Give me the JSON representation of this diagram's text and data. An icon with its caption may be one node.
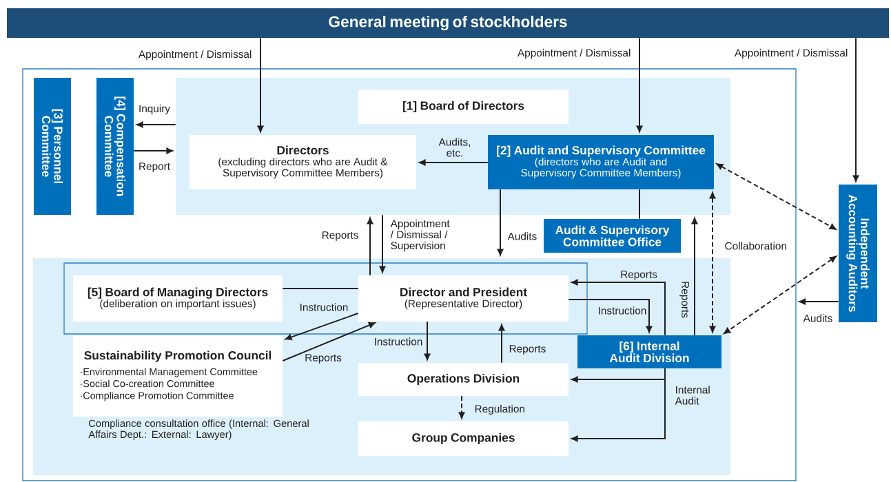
{
  "diagram": {
    "nodes": [
      {
        "text": [
          "General meeting of stockholders"
        ]
      },
      {
        "text": [],
        "shape": "box"
      },
      {
        "text": [],
        "shape": "box",
        "in": 1
      },
      {
        "text": [
          "[1] Board of Directors"
        ],
        "in": 2
      },
      {
        "text": [
          "[3] Personnel Committee"
        ],
        "in": 1
      },
      {
        "text": [
          "[4] Compensation Committee"
        ],
        "in": 1
      },
      {
        "text": [
          "Directors",
          "(excluding directors who are Audit & Supervisory Committee Members)"
        ],
        "in": 2
      },
      {
        "text": [
          "[2] Audit and Supervisory Committee",
          "(directors who are Audit and Supervisory Committee Members)"
        ],
        "in": 2
      },
      {
        "text": [
          "Audit & Supervisory Committee Office"
        ],
        "in": 1
      },
      {
        "text": [],
        "shape": "box",
        "in": 1
      },
      {
        "text": [
          "[5] Board of Managing Directors",
          "(deliberation on important issues)"
        ],
        "in": 9
      },
      {
        "text": [
          "Director and President",
          "(Representative Director)"
        ],
        "in": 9
      },
      {
        "text": [
          "Sustainability Promotion Council",
          "·Environmental Management Committee",
          "·Social Co-creation Committee",
          "·Compliance Promotion Committee"
        ],
        "in": 9,
        "beside": [
          "Compliance consultation office (Internal: General Affairs Dept.: External: Lawyer)"
        ]
      },
      {
        "text": [
          "Operations Division"
        ],
        "in": 9
      },
      {
        "text": [
          "Group Companies"
        ],
        "in": 9
      },
      {
        "text": [
          "[6] Internal Audit Division"
        ],
        "in": 9
      },
      {
        "text": [
          "Independent Accounting Auditors"
        ]
      }
    ],
    "edges": [
      {
        "from": 0,
        "to": 6,
        "arrow": "to",
        "label": "Appointment / Dismissal"
      },
      {
        "from": 0,
        "to": 7,
        "arrow": "to",
        "label": "Appointment / Dismissal"
      },
      {
        "from": 0,
        "to": 16,
        "arrow": "to",
        "label": "Appointment / Dismissal"
      },
      {
        "from": 2,
        "to": 5,
        "arrow": "to",
        "label": "Inquiry"
      },
      {
        "from": 5,
        "to": 2,
        "arrow": "to",
        "label": "Report"
      },
      {
        "from": 7,
        "to": 6,
        "arrow": "to",
        "label": "Audits, etc."
      },
      {
        "from": 7,
        "to": 8,
        "arrow": "none"
      },
      {
        "from": 7,
        "to": 9,
        "arrow": "to",
        "label": "Audits"
      },
      {
        "from": 7,
        "to": 16,
        "arrow": "both",
        "style": "dashed"
      },
      {
        "from": 7,
        "to": 15,
        "arrow": "both",
        "style": "dashed",
        "label": "Collaboration"
      },
      {
        "from": 15,
        "to": 2,
        "arrow": "to",
        "label": "Reports"
      },
      {
        "from": 16,
        "to": 15,
        "arrow": "both",
        "style": "dashed"
      },
      {
        "from": 16,
        "to": 1,
        "arrow": "to",
        "label": "Audits"
      },
      {
        "from": 11,
        "to": 2,
        "arrow": "to",
        "label": "Reports"
      },
      {
        "from": 2,
        "to": 11,
        "arrow": "to",
        "label": "Appointment / Dismissal / Supervision"
      },
      {
        "from": 10,
        "to": 11,
        "arrow": "none"
      },
      {
        "from": 11,
        "to": 12,
        "arrow": "to",
        "label": "Instruction"
      },
      {
        "from": 12,
        "to": 11,
        "arrow": "to",
        "label": "Reports"
      },
      {
        "from": 15,
        "to": 11,
        "arrow": "to",
        "label": "Reports"
      },
      {
        "from": 11,
        "to": 15,
        "arrow": "to",
        "label": "Instruction"
      },
      {
        "from": 11,
        "to": 13,
        "arrow": "to",
        "label": "Instruction"
      },
      {
        "from": 13,
        "to": 11,
        "arrow": "to",
        "label": "Reports"
      },
      {
        "from": 13,
        "to": 14,
        "arrow": "to",
        "style": "dashed",
        "label": "Regulation"
      },
      {
        "from": 15,
        "to": 13,
        "arrow": "to"
      },
      {
        "from": 15,
        "to": 14,
        "arrow": "to",
        "label": "Internal Audit"
      }
    ]
  }
}
